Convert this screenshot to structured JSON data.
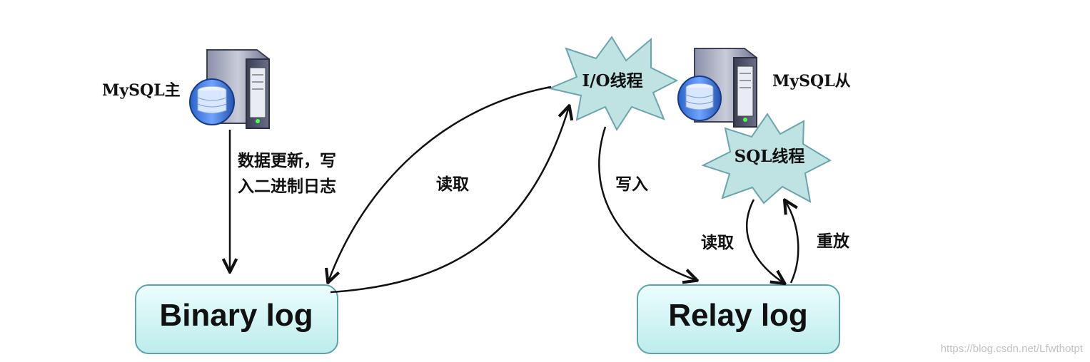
{
  "diagram": {
    "master": {
      "label": "MySQL主"
    },
    "slave": {
      "label": "MySQL从"
    },
    "io_thread": {
      "label": "I/O线程"
    },
    "sql_thread": {
      "label": "SQL线程"
    },
    "binary_log": {
      "label": "Binary log"
    },
    "relay_log": {
      "label": "Relay log"
    },
    "edges": {
      "master_to_binlog": {
        "label_line1": "数据更新，写",
        "label_line2": "入二进制日志"
      },
      "io_read_binlog": {
        "label": "读取"
      },
      "io_write_relay": {
        "label": "写入"
      },
      "sql_read_relay": {
        "label": "读取"
      },
      "sql_replay": {
        "label": "重放"
      }
    }
  },
  "watermark": "https://blog.csdn.net/Lfwthotpt",
  "colors": {
    "box_fill_top": "#e6fbfb",
    "box_fill_bottom": "#bfeeee",
    "box_stroke": "#5fa3a9",
    "star_fill": "#bfe2e2",
    "star_stroke": "#6aa5ad",
    "arrow": "#111111"
  }
}
